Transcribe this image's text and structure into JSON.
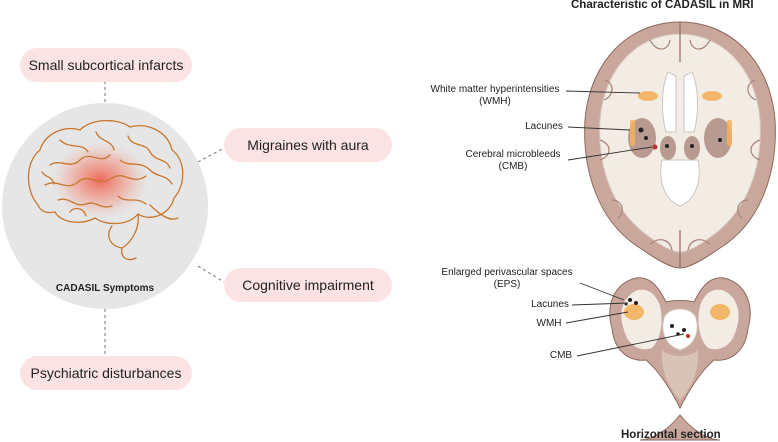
{
  "symptoms": {
    "center_label": "CADASIL Symptoms",
    "items": [
      "Small subcortical infarcts",
      "Migraines with aura",
      "Cognitive impairment",
      "Psychiatric disturbances"
    ]
  },
  "mri": {
    "title": "Characteristic of CADASIL in MRI",
    "upper_labels": [
      "White matter hyperintensities",
      "(WMH)",
      "Lacunes",
      "Cerebral microbleeds",
      "(CMB)"
    ],
    "lower_labels": [
      "Enlarged perivascular spaces",
      "(EPS)",
      "Lacunes",
      "WMH",
      "CMB"
    ],
    "bottom_title": "Horizontal section"
  },
  "colors": {
    "pill": "#fbe3e3",
    "circle": "#e6e6e6",
    "brain_outline": "#c8772e",
    "brain_glow": "#ef5a4a",
    "cortex": "#c9a79c",
    "white_matter": "#f2ece5",
    "wmh": "#f3b15c"
  }
}
